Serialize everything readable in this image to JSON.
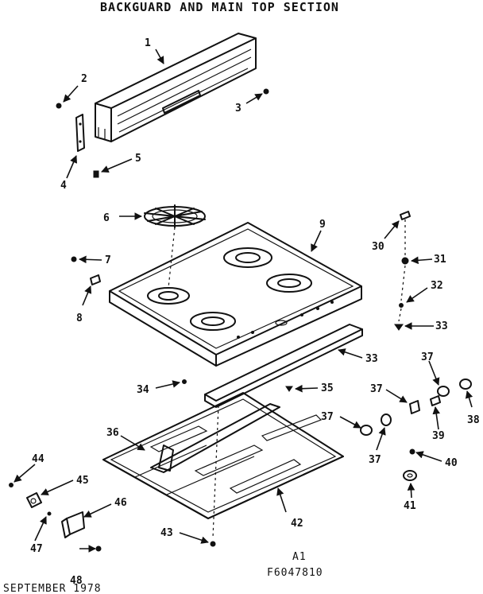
{
  "title": "BACKGUARD AND MAIN TOP SECTION",
  "footer": {
    "code_a": "A1",
    "code_b": "F6047810",
    "date": "SEPTEMBER 1978"
  },
  "callouts": [
    "1",
    "2",
    "3",
    "4",
    "5",
    "6",
    "7",
    "8",
    "9",
    "30",
    "31",
    "32",
    "33",
    "33",
    "34",
    "35",
    "36",
    "37",
    "37",
    "37",
    "37",
    "38",
    "39",
    "40",
    "41",
    "42",
    "43",
    "44",
    "45",
    "46",
    "47",
    "48"
  ]
}
